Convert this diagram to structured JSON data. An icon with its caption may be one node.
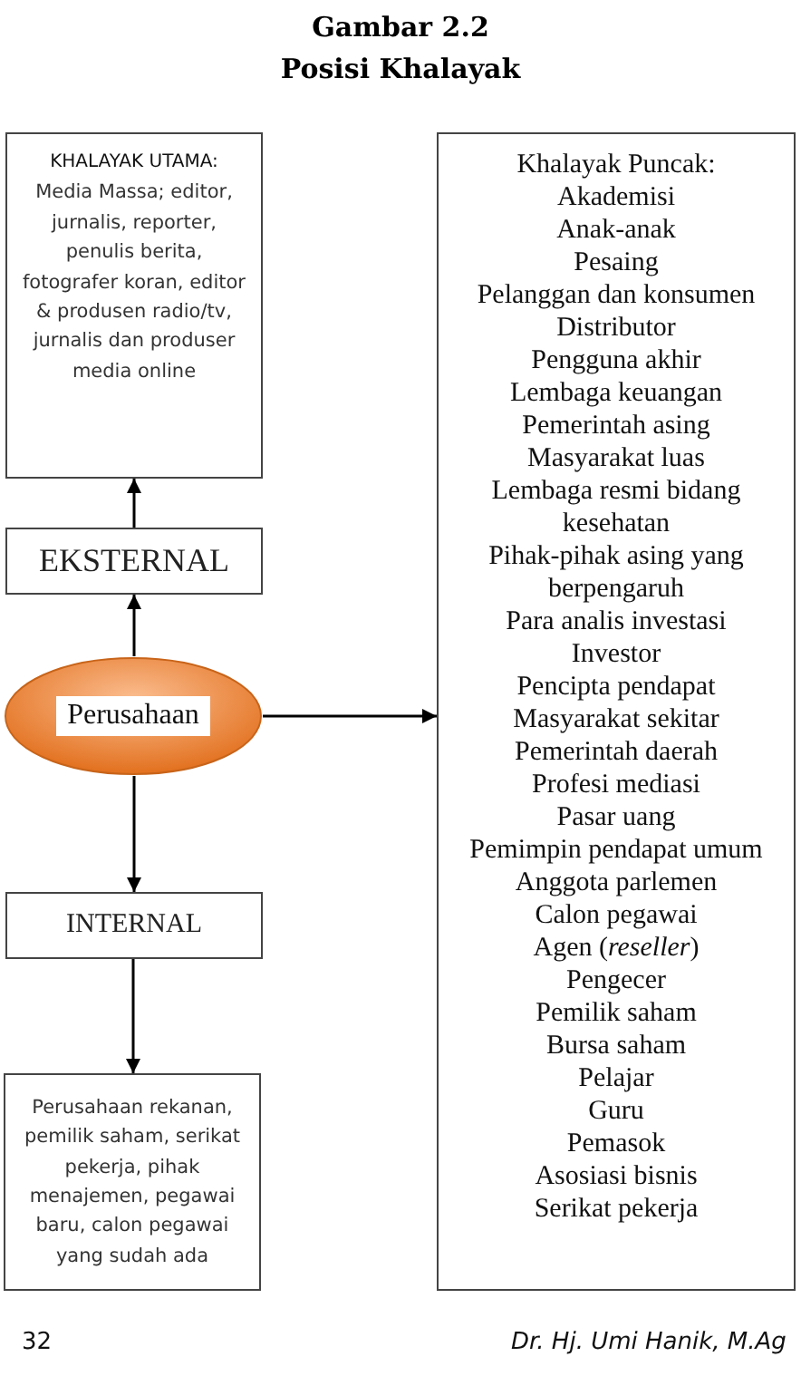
{
  "diagram": {
    "title": "Gambar 2.2",
    "nodes": [
      {
        "text": [
          "KHALAYAK UTAMA:",
          "Media Massa; editor, jurnalis, reporter, penulis berita, fotografer koran, editor & produsen radio/tv, jurnalis dan produser media online"
        ]
      },
      {
        "text": [
          "Khalayak Puncak:",
          "Akademisi",
          "Anak-anak",
          "Pesaing",
          "Pelanggan dan konsumen",
          "Distributor",
          "Pengguna akhir",
          "Lembaga keuangan",
          "Pemerintah asing",
          "Masyarakat luas",
          "Lembaga resmi bidang kesehatan",
          "Pihak-pihak asing yang berpengaruh",
          "Para analis investasi",
          "Investor",
          "Pencipta pendapat",
          "Masyarakat sekitar",
          "Pemerintah daerah",
          "Profesi mediasi",
          "Pasar uang",
          "Pemimpin pendapat umum",
          "Anggota parlemen",
          "Calon pegawai",
          "Agen (*reseller*)",
          "Pengecer",
          "Pemilik saham",
          "Bursa saham",
          "Pelajar",
          "Guru",
          "Pemasok",
          "Asosiasi bisnis",
          "Serikat pekerja"
        ]
      },
      {
        "text": [
          "EKSTERNAL"
        ]
      },
      {
        "text": [
          "Perusahaan"
        ]
      },
      {
        "text": [
          "INTERNAL"
        ]
      },
      {
        "text": [
          "Perusahaan rekanan, pemilik saham, serikat pekerja, pihak menajemen, pegawai baru, calon pegawai yang sudah ada"
        ]
      }
    ],
    "edges": [
      {
        "from": 2,
        "to": 0,
        "arrow": "to"
      },
      {
        "from": 3,
        "to": 2,
        "arrow": "to"
      },
      {
        "from": 3,
        "to": 1,
        "arrow": "to"
      },
      {
        "from": 3,
        "to": 4,
        "arrow": "to"
      },
      {
        "from": 4,
        "to": 5,
        "arrow": "to"
      }
    ],
    "labels": [
      "Posisi Khalayak",
      "32",
      "Dr. Hj. Umi Hanik, M.Ag"
    ]
  }
}
